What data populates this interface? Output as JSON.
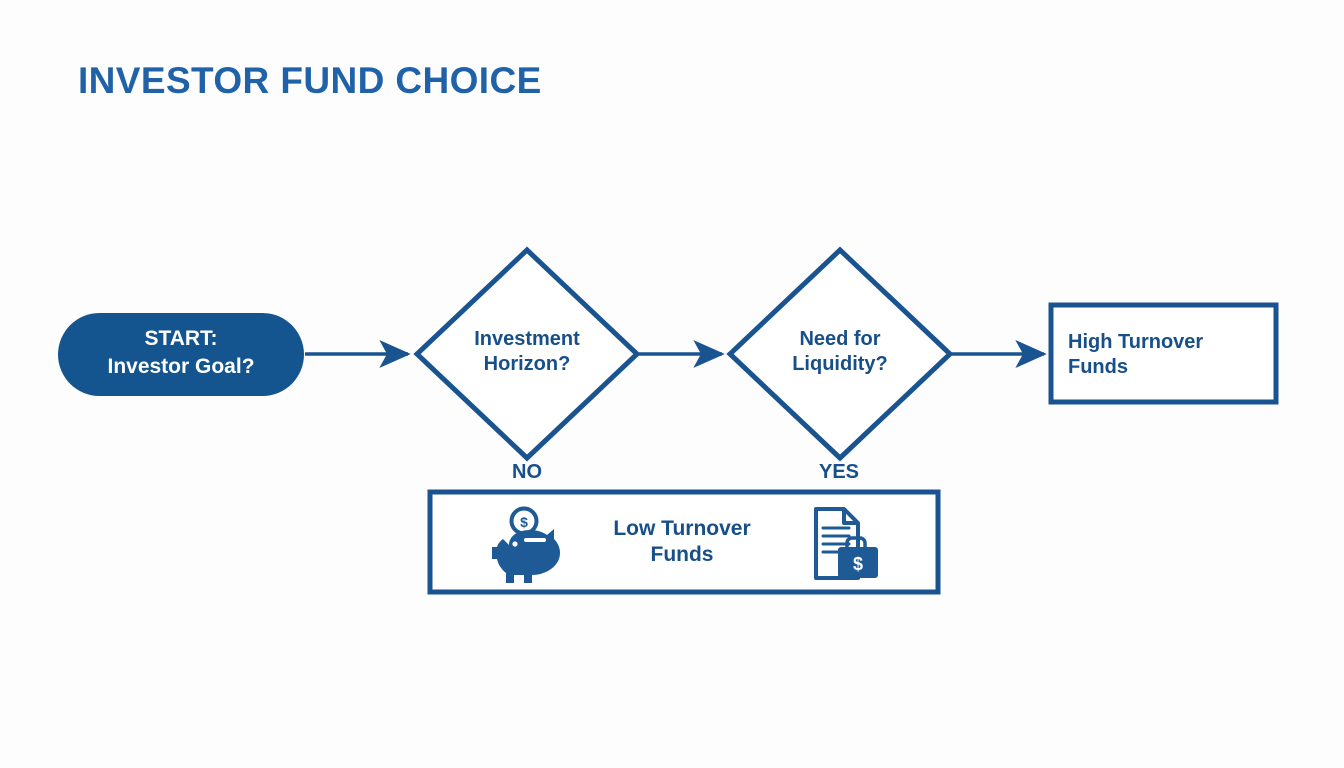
{
  "diagram": {
    "title": "INVESTOR FUND CHOICE",
    "type": "flowchart",
    "palette": {
      "background": "#fdfdfe",
      "title_blue": "#1F62A8",
      "fill_blue": "#145590",
      "stroke_blue": "#1A5490",
      "text_blue": "#174F88",
      "white": "#ffffff"
    },
    "nodes": {
      "start": {
        "shape": "rounded-pill",
        "line1": "START:",
        "line2": "Investor Goal?",
        "text": "START:\nInvestor Goal?"
      },
      "decision_horizon": {
        "shape": "diamond",
        "line1": "Investment",
        "line2": "Horizon?",
        "text": "Investment\nHorizon?"
      },
      "decision_liquidity": {
        "shape": "diamond",
        "line1": "Need for",
        "line2": "Liquidity?",
        "text": "Need for\nLiquidity?"
      },
      "high_turnover": {
        "shape": "rectangle",
        "line1": "High Turnover",
        "line2": "Funds",
        "text": "High Turnover\nFunds"
      },
      "low_turnover": {
        "shape": "rectangle",
        "line1": "Low Turnover",
        "line2": "Funds",
        "text": "Low Turnover\nFunds",
        "icon_left": "piggy-bank-icon",
        "icon_right": "document-briefcase-icon"
      }
    },
    "branch_labels": {
      "no": "NO",
      "yes": "YES"
    },
    "connectors": [
      {
        "from": "start",
        "to": "decision_horizon",
        "style": "arrow"
      },
      {
        "from": "decision_horizon",
        "to": "decision_liquidity",
        "style": "arrow"
      },
      {
        "from": "decision_liquidity",
        "to": "high_turnover",
        "style": "arrow"
      }
    ]
  }
}
